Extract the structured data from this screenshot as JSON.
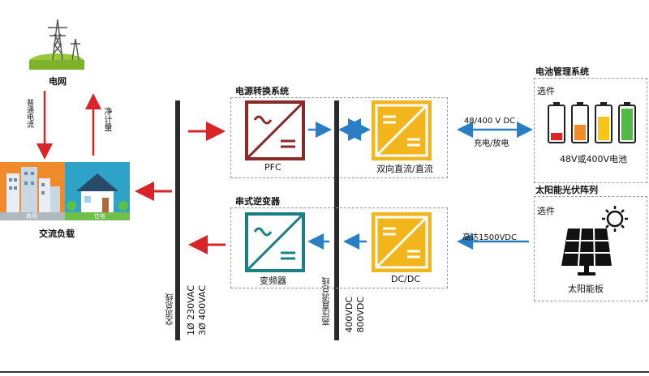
{
  "grid": {
    "label": "电网"
  },
  "arrows": {
    "normal_current": "普通电流",
    "net_metering": "净计量"
  },
  "load": {
    "label": "交流负载",
    "commercial_tag": "商用",
    "residential_tag": "住宅"
  },
  "ac_bus": {
    "label": "交流总线",
    "voltage_1": "1Ø 230VAC",
    "voltage_2": "3Ø 400VAC"
  },
  "hv_dc_bus": {
    "label": "高压直流总线",
    "voltage_1": "400VDC",
    "voltage_2": "800VDC"
  },
  "power_conversion": {
    "title": "电源转换系统",
    "pfc_label": "PFC",
    "bidir_label": "双向直流/直流"
  },
  "string_inverter": {
    "title": "串式逆变器",
    "inverter_label": "变频器",
    "dcdc_label": "DC/DC"
  },
  "bms": {
    "title": "电池管理系统",
    "optional": "选件",
    "battery_label": "48V或400V电池",
    "link_top": "48/400 V DC",
    "link_bottom": "充电/放电"
  },
  "solar": {
    "title": "太阳能光伏阵列",
    "optional": "选件",
    "panel_label": "太阳能板",
    "link": "高达1500VDC"
  },
  "colors": {
    "red_arrow": "#d9242a",
    "blue_arrow": "#2a7fc4",
    "pfc": "#8a2a2a",
    "dcdc": "#f2b61c",
    "inverter": "#1a7f86"
  }
}
